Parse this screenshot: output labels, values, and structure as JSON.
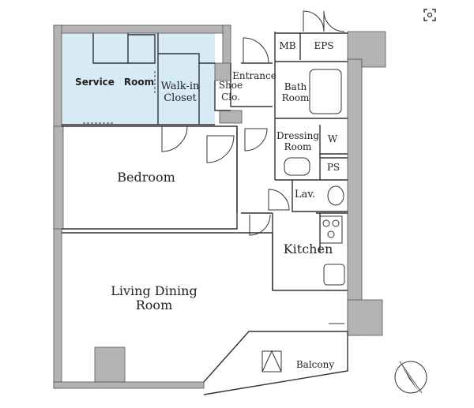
{
  "labels": {
    "mb": "MB",
    "eps": "EPS",
    "entrance": "Entrance",
    "shoe_1": "Shoe",
    "shoe_2": "Clo.",
    "bath_1": "Bath",
    "bath_2": "Room",
    "service_1": "Service",
    "service_2": "Room",
    "walkin_1": "Walk-in",
    "walkin_2": "Closet",
    "dressing_1": "Dressing",
    "dressing_2": "Room",
    "w": "W",
    "ps": "PS",
    "bedroom": "Bedroom",
    "lav": "Lav.",
    "kitchen": "Kitchen",
    "living_1": "Living Dining",
    "living_2": "Room",
    "balcony": "Balcony"
  },
  "colors": {
    "wall": "#b3b3b3",
    "wall_dark": "#8c8c8c",
    "service_room": "#d6ebf5",
    "line": "#333333"
  },
  "icons": {
    "compass": "north-arrow-icon",
    "expand": "expand-icon"
  }
}
